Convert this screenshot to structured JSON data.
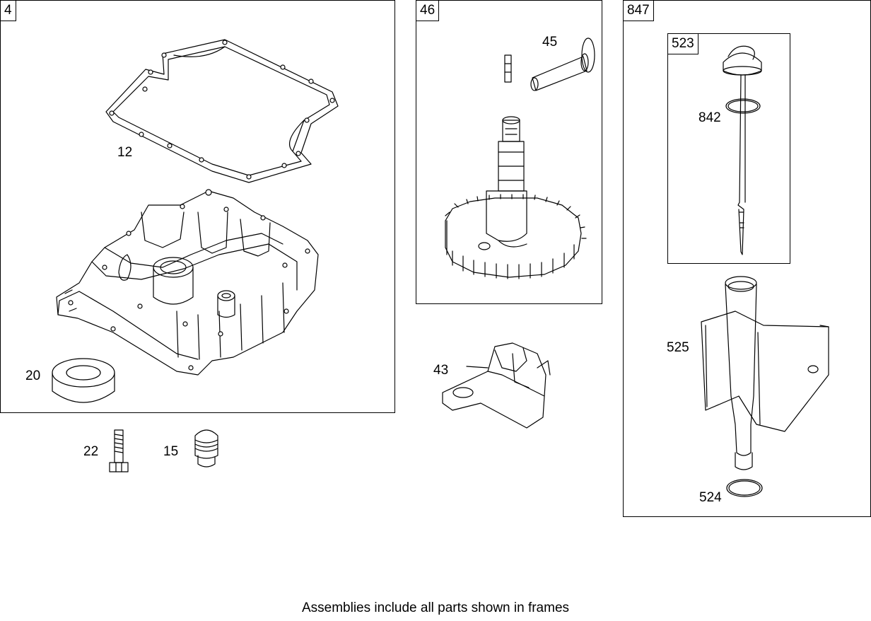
{
  "frames": {
    "crankcase": "4",
    "camshaft": "46",
    "dipstick_assembly": "847",
    "dipstick": "523"
  },
  "callouts": {
    "gasket": "12",
    "crankcase_sump": "20",
    "bolt": "22",
    "plug": "15",
    "sleeve": "45",
    "governor": "43",
    "oring_upper": "842",
    "tube": "525",
    "oring_lower": "524"
  },
  "footer": "Assemblies include all parts shown in frames"
}
